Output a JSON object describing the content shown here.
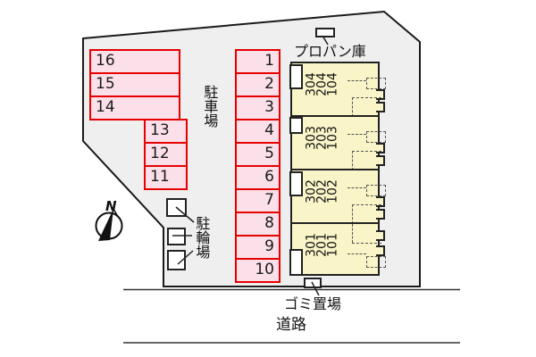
{
  "labels": {
    "parking_area": "駐車場",
    "bicycle_parking": "駐輪場",
    "propane_storage": "プロパン庫",
    "garbage_area": "ゴミ置場",
    "road": "道路",
    "compass_north": "N"
  },
  "parking": {
    "row_spaces_top": [
      "16",
      "15",
      "14"
    ],
    "row_spaces_mid": [
      "13",
      "12",
      "11"
    ],
    "column_spaces": [
      "1",
      "2",
      "3",
      "4",
      "5",
      "6",
      "7",
      "8",
      "9",
      "10"
    ]
  },
  "building": {
    "units": [
      {
        "rooms": [
          "304",
          "204",
          "104"
        ]
      },
      {
        "rooms": [
          "303",
          "203",
          "103"
        ]
      },
      {
        "rooms": [
          "302",
          "202",
          "102"
        ]
      },
      {
        "rooms": [
          "301",
          "201",
          "101"
        ]
      }
    ]
  },
  "colors": {
    "site_fill": "#efefef",
    "parking_fill": "#fbe0e9",
    "parking_border": "#e60000",
    "unit_fill": "#f9f5c8",
    "line": "#1a1a1a"
  }
}
